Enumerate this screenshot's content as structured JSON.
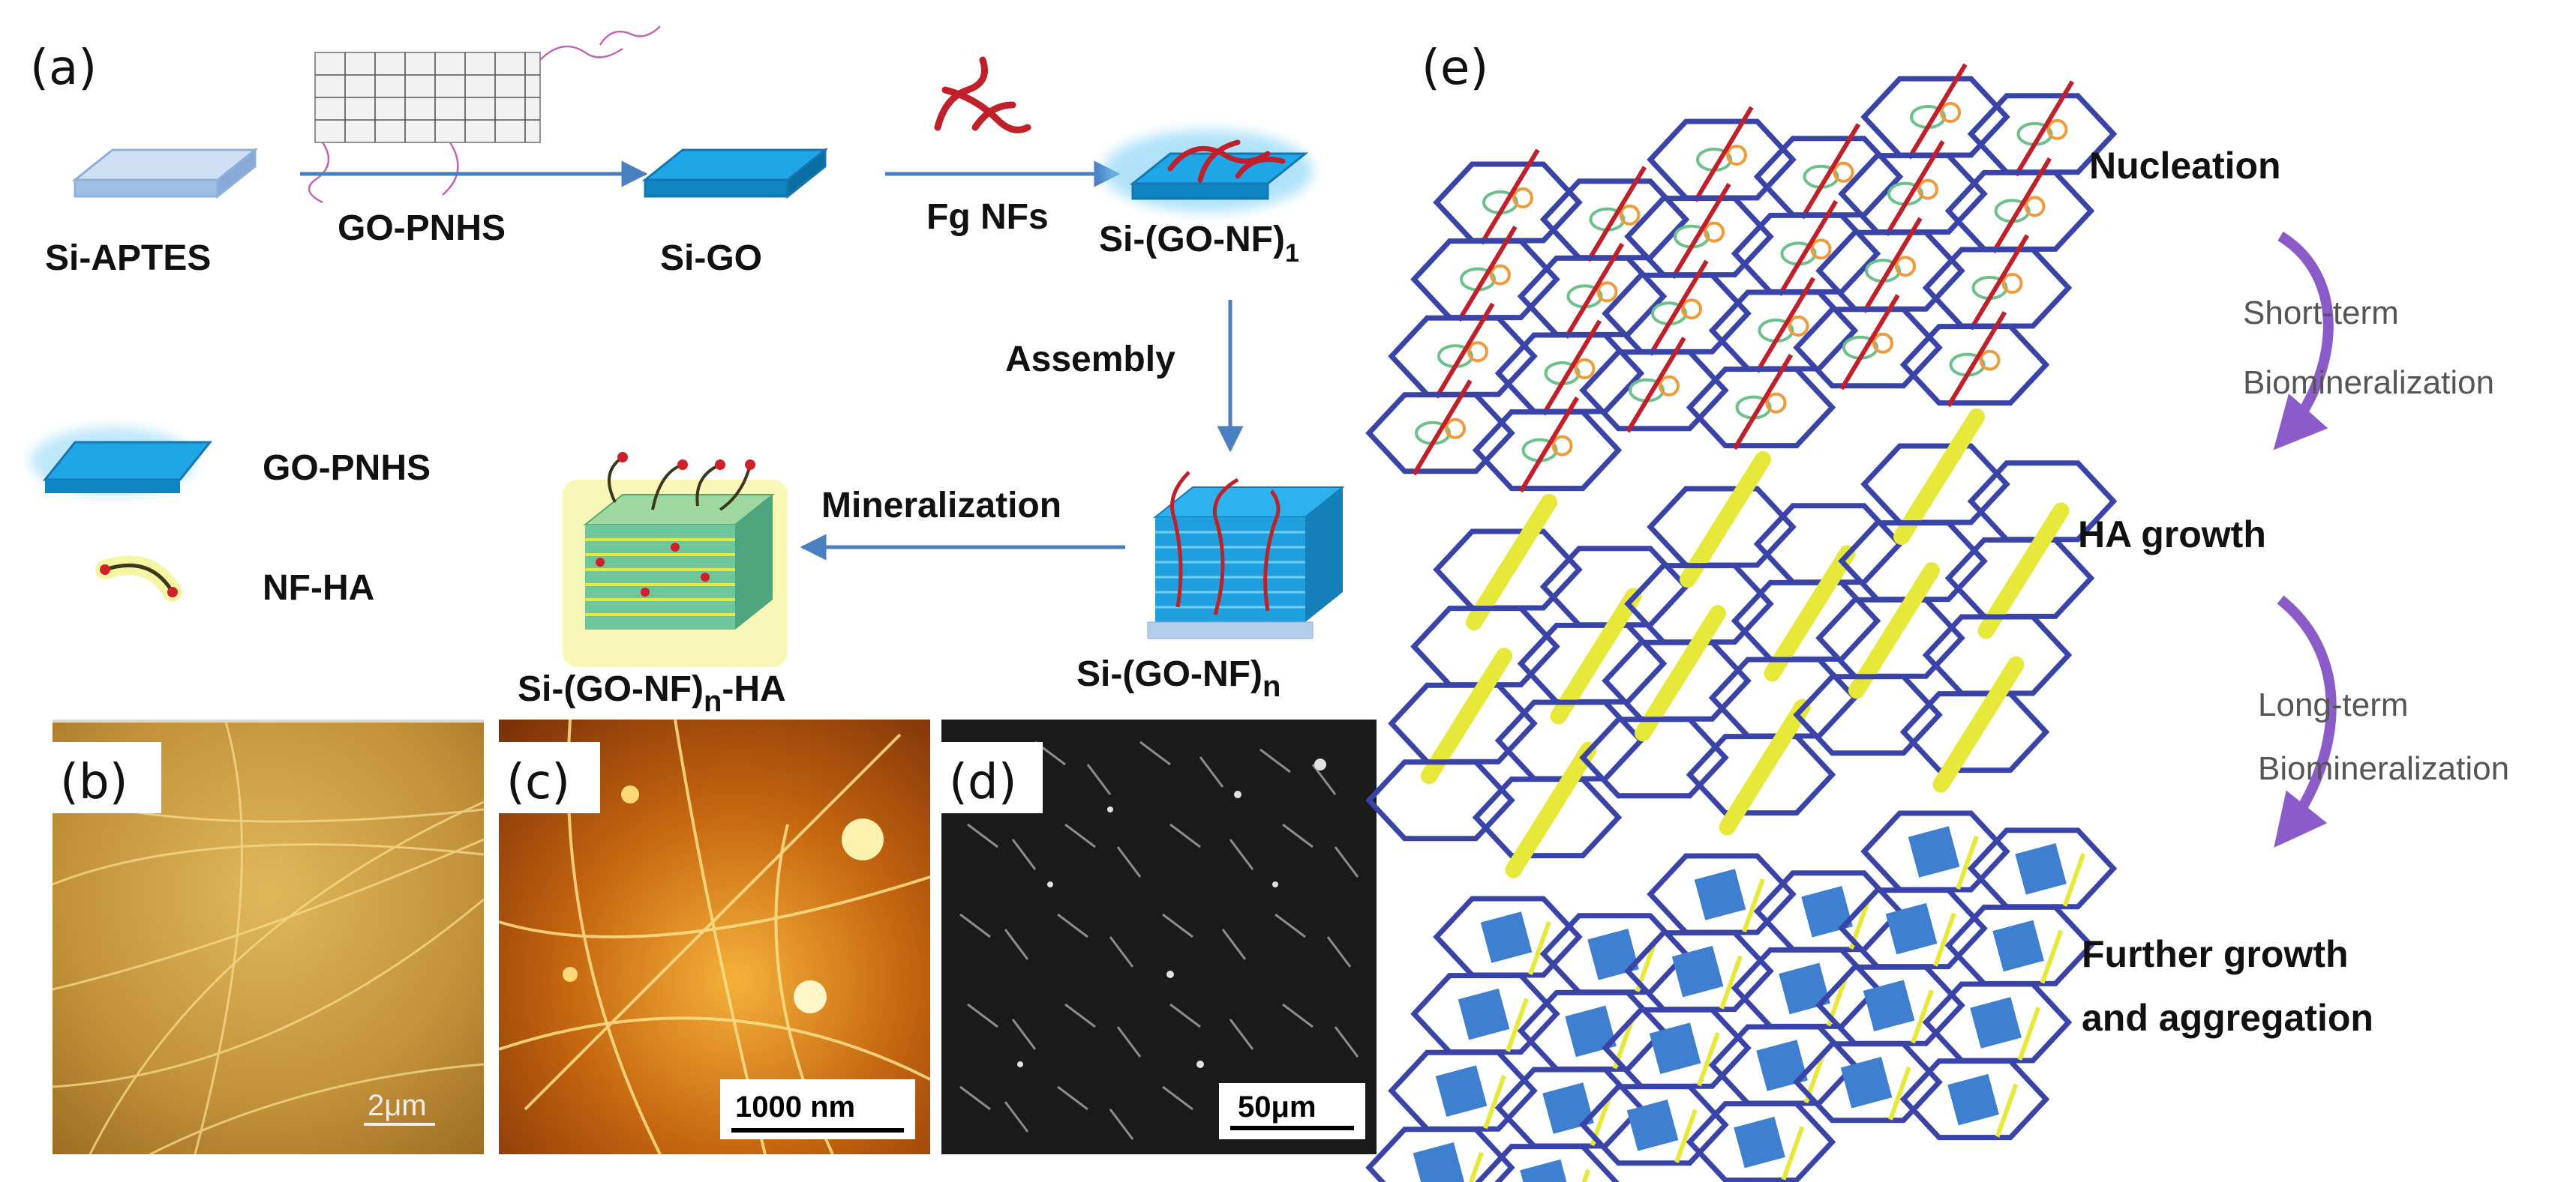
{
  "panel_letters": {
    "a": "(a)",
    "b": "(b)",
    "c": "(c)",
    "d": "(d)",
    "e": "(e)"
  },
  "scheme": {
    "si_aptes": "Si-APTES",
    "go_pnhs_step": "GO-PNHS",
    "si_go": "Si-GO",
    "fg_nfs": "Fg NFs",
    "si_go_nf_1": "Si-(GO-NF)",
    "sub_1": "1",
    "assembly": "Assembly",
    "mineralization": "Mineralization",
    "si_go_nf_n": "Si-(GO-NF)",
    "sub_n": "n",
    "si_go_nf_n_ha_prefix": "Si-(GO-NF)",
    "sub_n_ha": "n",
    "ha_suffix": "-HA"
  },
  "legend": {
    "go_pnhs": "GO-PNHS",
    "nf_ha": "NF-HA"
  },
  "micrographs": {
    "b_scale": "2μm",
    "c_scale": "1000 nm",
    "d_scale": "50μm"
  },
  "mechanism": {
    "nucleation": "Nucleation",
    "short_term_1": "Short-term",
    "short_term_2": "Biomineralization",
    "ha_growth": "HA growth",
    "long_term_1": "Long-term",
    "long_term_2": "Biomineralization",
    "further_1": "Further growth",
    "further_2": "and aggregation"
  },
  "colors": {
    "si_plate": "#b4cdea",
    "go_plate": "#1ea6e6",
    "fiber_red": "#c0202a",
    "ha_yellow": "#e6e83a",
    "hex_blue": "#3a44a8",
    "arrow_blue": "#4a7fc1",
    "curve_purple": "#8a5bc9",
    "crystal_blue": "#3f7fcf",
    "afm_b": "#c99a3c",
    "afm_c": "#b8640f",
    "sem_d": "#1a1a1a"
  }
}
